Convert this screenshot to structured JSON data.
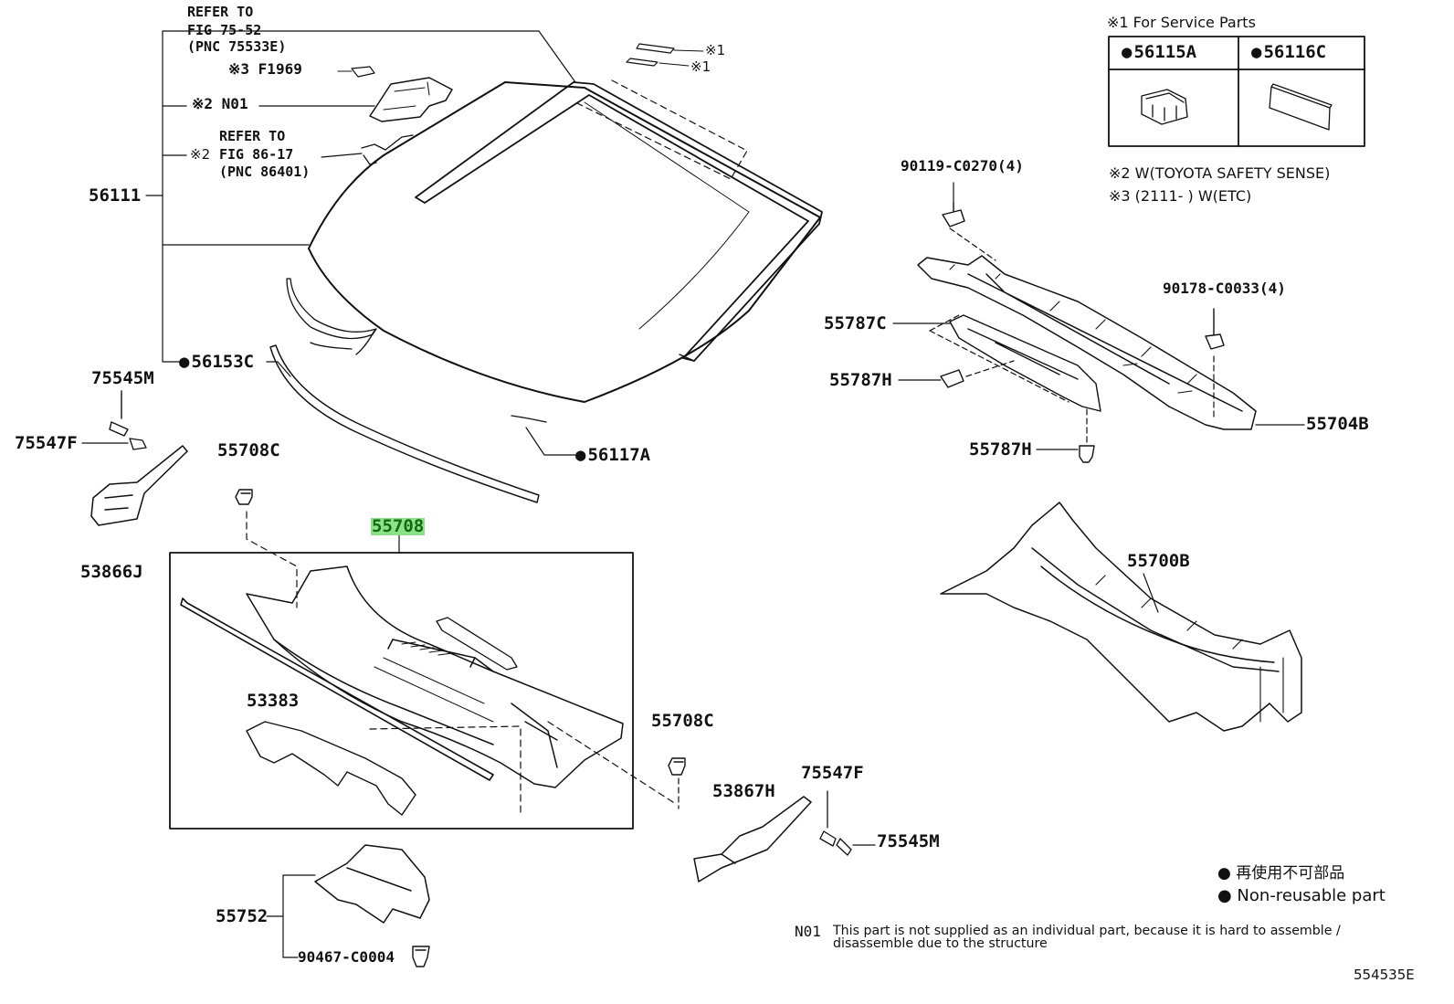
{
  "window": {
    "figure_number": "554535E"
  },
  "legend": {
    "service_parts_title": "※1 For Service Parts",
    "service_parts": [
      {
        "part": "56115A"
      },
      {
        "part": "56116C"
      }
    ],
    "note2": "※2 W(TOYOTA SAFETY SENSE)",
    "note3": "※3 (2111-      ) W(ETC)",
    "nonreusable_jp": "● 再使用不可部品",
    "nonreusable_en": "● Non-reusable part",
    "n01_code": "N01",
    "n01_text_line1": "This part is not supplied as an individual part, because it is hard to assemble /",
    "n01_text_line2": "disassemble due to the structure"
  },
  "refs": {
    "fig75": [
      "REFER TO",
      "FIG 75-52",
      "(PNC 75533E)"
    ],
    "fig86": [
      "REFER TO",
      "FIG 86-17",
      "(PNC 86401)"
    ],
    "mark1a": "※1",
    "mark1b": "※1",
    "mark3_f1969": "※3 F1969",
    "mark2_n01": "※2 N01",
    "mark2_prefix": "※2"
  },
  "parts": {
    "p56111": "56111",
    "p56153C": "56153C",
    "p56117A": "56117A",
    "p75545M_a": "75545M",
    "p75547F_a": "75547F",
    "p53866J": "53866J",
    "p55708C_a": "55708C",
    "p55708": "55708",
    "p53383": "53383",
    "p55708C_b": "55708C",
    "p53867H": "53867H",
    "p75547F_b": "75547F",
    "p75545M_b": "75545M",
    "p55752": "55752",
    "p90467": "90467-C0004",
    "p90119": "90119-C0270(4)",
    "p90178": "90178-C0033(4)",
    "p55787C": "55787C",
    "p55787H_a": "55787H",
    "p55787H_b": "55787H",
    "p55704B": "55704B",
    "p55700B": "55700B"
  },
  "colors": {
    "line": "#111111",
    "highlight_bg": "#8fe08a",
    "highlight_text": "#0e6b0e"
  }
}
